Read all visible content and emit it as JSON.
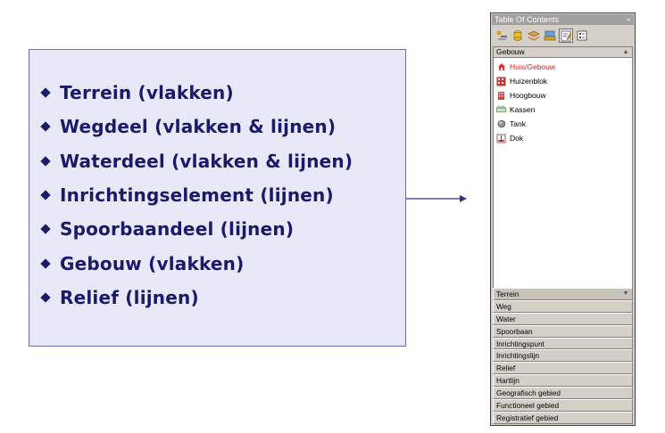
{
  "layers": [
    "Terrein (vlakken)",
    "Wegdeel (vlakken & lijnen)",
    "Waterdeel (vlakken & lijnen)",
    "Inrichtingselement (lijnen)",
    "Spoorbaandeel (lijnen)",
    "Gebouw (vlakken)",
    "Relief (lijnen)"
  ],
  "toc": {
    "title": "Table Of Contents",
    "close_glyph": "×",
    "active_group": "Gebouw",
    "items": [
      {
        "label": "Huis/Gebouw",
        "icon": "house-icon",
        "selected": true
      },
      {
        "label": "Huizenblok",
        "icon": "building-block-icon",
        "selected": false
      },
      {
        "label": "Hoogbouw",
        "icon": "highrise-icon",
        "selected": false
      },
      {
        "label": "Kassen",
        "icon": "greenhouse-icon",
        "selected": false
      },
      {
        "label": "Tank",
        "icon": "tank-icon",
        "selected": false
      },
      {
        "label": "Dok",
        "icon": "dock-icon",
        "selected": false
      }
    ],
    "groups": [
      "Terrein",
      "Weg",
      "Water",
      "Spoorbaan",
      "Inrichtingspunt",
      "Inrichtingslijn",
      "Relief",
      "Hartlijn",
      "Geografisch gebied",
      "Functioneel gebied",
      "Registratief gebied"
    ],
    "colors": {
      "selected": "#e02020",
      "accent": "#1a1a6a"
    }
  }
}
